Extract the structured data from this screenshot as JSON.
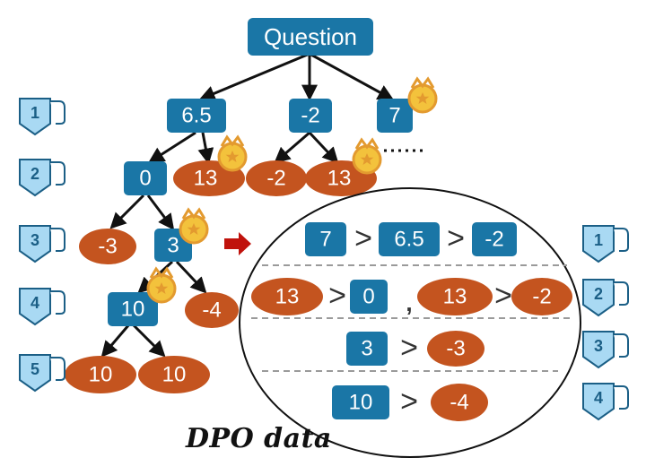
{
  "question": "Question",
  "left_steps": [
    "1",
    "2",
    "3",
    "4",
    "5"
  ],
  "right_steps": [
    "1",
    "2",
    "3",
    "4"
  ],
  "tree": {
    "level1": [
      "6.5",
      "-2",
      "7"
    ],
    "level2": [
      "0",
      "13",
      "-2",
      "13"
    ],
    "level3": [
      "-3",
      "3"
    ],
    "level4": [
      "10",
      "-4"
    ],
    "level5": [
      "10",
      "10"
    ]
  },
  "pairs": {
    "row1": [
      "7",
      "6.5",
      "-2"
    ],
    "row2": [
      "13",
      "0",
      "13",
      "-2"
    ],
    "row3": [
      "3",
      "-3"
    ],
    "row4": [
      "10",
      "-4"
    ],
    "gt_symbol": ">",
    "comma": ","
  },
  "caption": "DPO data",
  "colors": {
    "blue_node": "#1a76a6",
    "orange_node": "#c4541f",
    "step_fill": "#a9d9f3",
    "step_stroke": "#1b5f86",
    "arrow_red": "#c0120c",
    "medal_gold": "#f3c23c",
    "medal_ribbon": "#e39a2f"
  }
}
